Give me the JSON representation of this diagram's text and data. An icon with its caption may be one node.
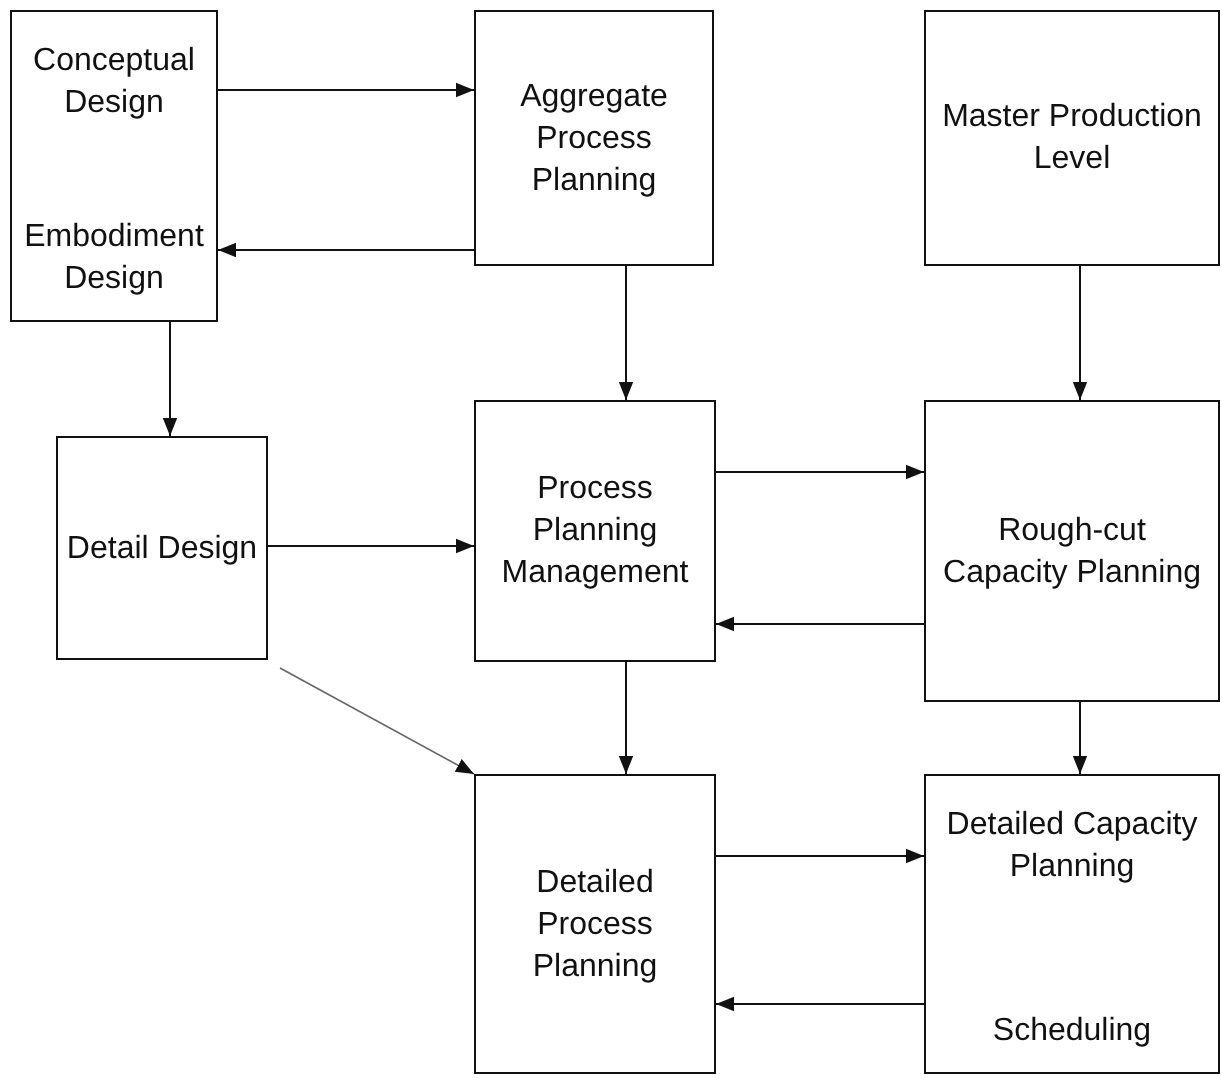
{
  "diagram": {
    "nodes": [
      {
        "text": [
          "Conceptual Design",
          "Embodiment Design"
        ]
      },
      {
        "text": [
          "Aggregate Process Planning"
        ]
      },
      {
        "text": [
          "Master Production Level"
        ]
      },
      {
        "text": [
          "Detail Design"
        ]
      },
      {
        "text": [
          "Process Planning Management"
        ]
      },
      {
        "text": [
          "Rough-cut Capacity Planning"
        ]
      },
      {
        "text": [
          "Detailed Process Planning"
        ]
      },
      {
        "text": [
          "Detailed Capacity Planning",
          "Scheduling"
        ]
      }
    ],
    "edges": [
      {
        "from": 0,
        "to": 1,
        "arrow": "to"
      },
      {
        "from": 1,
        "to": 0,
        "arrow": "to"
      },
      {
        "from": 0,
        "to": 3,
        "arrow": "to"
      },
      {
        "from": 1,
        "to": 4,
        "arrow": "to"
      },
      {
        "from": 2,
        "to": 5,
        "arrow": "to"
      },
      {
        "from": 3,
        "to": 4,
        "arrow": "to"
      },
      {
        "from": 4,
        "to": 5,
        "arrow": "to"
      },
      {
        "from": 5,
        "to": 4,
        "arrow": "to"
      },
      {
        "from": 3,
        "to": 6,
        "arrow": "to"
      },
      {
        "from": 4,
        "to": 6,
        "arrow": "to"
      },
      {
        "from": 5,
        "to": 7,
        "arrow": "to"
      },
      {
        "from": 6,
        "to": 7,
        "arrow": "to"
      },
      {
        "from": 7,
        "to": 6,
        "arrow": "to"
      }
    ]
  }
}
